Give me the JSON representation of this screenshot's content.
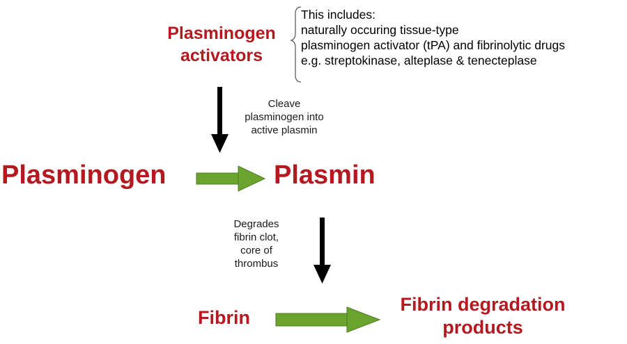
{
  "nodes": {
    "plasminogen_activators": [
      "Plasminogen",
      "activators"
    ],
    "plasminogen": "Plasminogen",
    "plasmin": "Plasmin",
    "fibrin": "Fibrin",
    "fibrin_degradation_products": [
      "Fibrin degradation",
      "products"
    ]
  },
  "annotations": {
    "includes_note": [
      "This includes:",
      "naturally occuring tissue-type",
      "plasminogen activator (tPA) and fibrinolytic drugs",
      "e.g. streptokinase, alteplase & tenecteplase"
    ],
    "cleave": [
      "Cleave",
      "plasminogen into",
      "active plasmin"
    ],
    "degrades": [
      "Degrades",
      "fibrin clot,",
      "core of",
      "thrombus"
    ]
  },
  "colors": {
    "node_text": "#b5181e",
    "process_arrow": "#6aa32e",
    "action_arrow": "#000000"
  }
}
